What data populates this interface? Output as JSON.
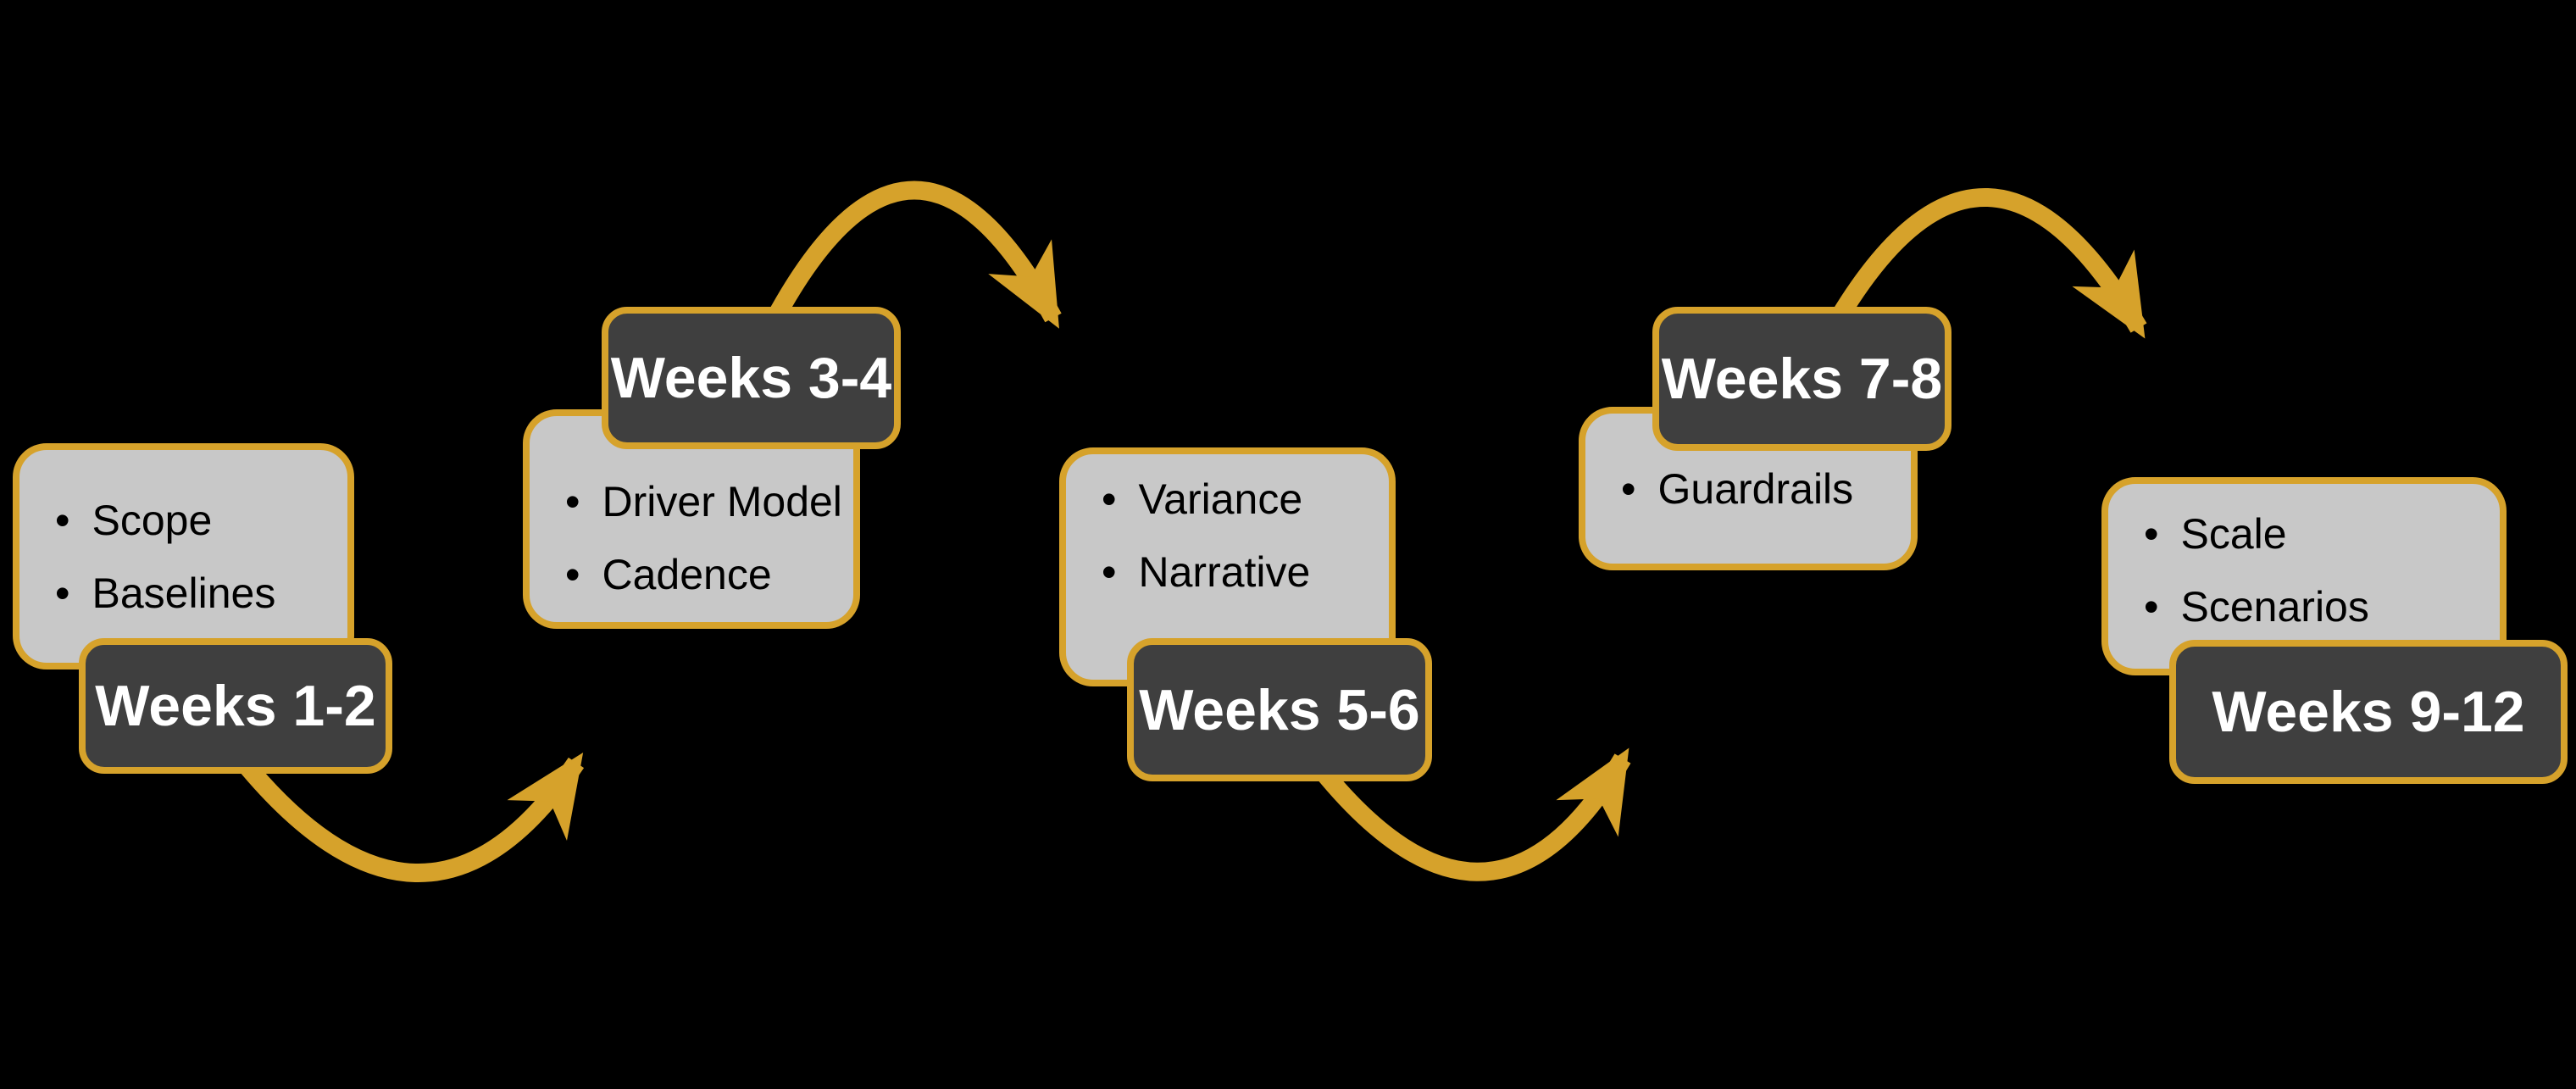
{
  "bullet_char": "•",
  "stages": [
    {
      "id": "weeks-1-2",
      "label": "Weeks 1-2",
      "bullets": [
        "Scope",
        "Baselines"
      ],
      "label_position": "bottom-right"
    },
    {
      "id": "weeks-3-4",
      "label": "Weeks 3-4",
      "bullets": [
        "Driver Model",
        "Cadence"
      ],
      "label_position": "top-right"
    },
    {
      "id": "weeks-5-6",
      "label": "Weeks 5-6",
      "bullets": [
        "Variance",
        "Narrative"
      ],
      "label_position": "bottom-right"
    },
    {
      "id": "weeks-7-8",
      "label": "Weeks 7-8",
      "bullets": [
        "Guardrails"
      ],
      "label_position": "top-right"
    },
    {
      "id": "weeks-9-12",
      "label": "Weeks 9-12",
      "bullets": [
        "Scale",
        "Scenarios"
      ],
      "label_position": "bottom-right"
    }
  ],
  "connectors": [
    {
      "from": "weeks-1-2",
      "to": "weeks-3-4",
      "shape": "arc-below"
    },
    {
      "from": "weeks-3-4",
      "to": "weeks-5-6",
      "shape": "arc-above"
    },
    {
      "from": "weeks-5-6",
      "to": "weeks-7-8",
      "shape": "arc-below"
    },
    {
      "from": "weeks-7-8",
      "to": "weeks-9-12",
      "shape": "arc-above"
    }
  ],
  "colors": {
    "background": "#000000",
    "accent": "#D6A22B",
    "content_fill": "#C8C8C8",
    "label_fill": "#3F3F3F",
    "content_text": "#000000",
    "label_text": "#FFFFFF"
  }
}
